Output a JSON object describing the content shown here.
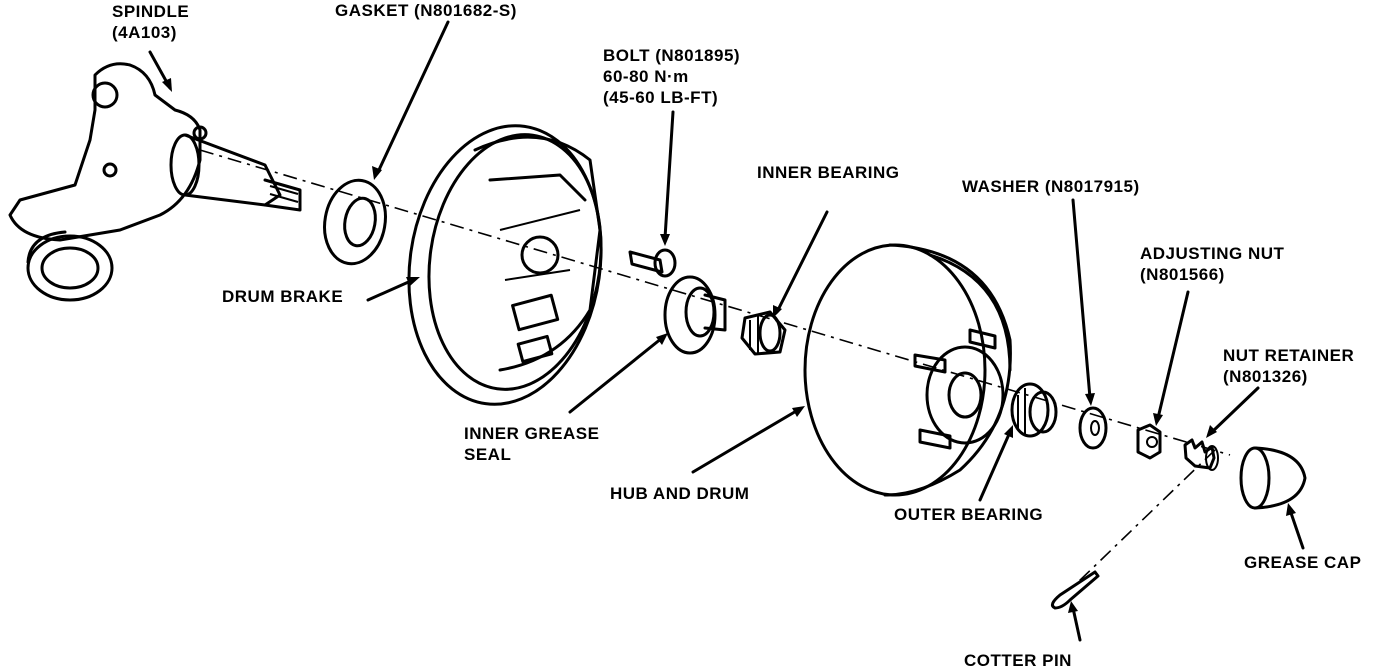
{
  "labels": {
    "spindle": [
      "SPINDLE",
      "(4A103)"
    ],
    "gasket": [
      "GASKET (N801682-S)"
    ],
    "bolt": [
      "BOLT (N801895)",
      "60-80 N·m",
      "(45-60 LB-FT)"
    ],
    "inner_bearing": [
      "INNER BEARING"
    ],
    "washer": [
      "WASHER (N8017915)"
    ],
    "adjusting_nut": [
      "ADJUSTING NUT",
      "(N801566)"
    ],
    "nut_retainer": [
      "NUT RETAINER",
      "(N801326)"
    ],
    "drum_brake": [
      "DRUM BRAKE"
    ],
    "inner_grease_seal": [
      "INNER GREASE",
      "SEAL"
    ],
    "hub_and_drum": [
      "HUB AND DRUM"
    ],
    "outer_bearing": [
      "OUTER BEARING"
    ],
    "grease_cap": [
      "GREASE CAP"
    ],
    "cotter_pin": [
      "COTTER PIN"
    ]
  }
}
